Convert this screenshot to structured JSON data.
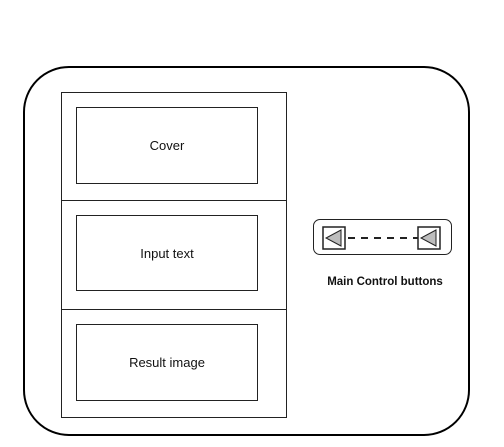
{
  "panels": {
    "cover_label": "Cover",
    "input_text_label": "Input text",
    "result_image_label": "Result image"
  },
  "controls": {
    "caption": "Main Control buttons",
    "left_icon": "play-reverse-icon",
    "right_icon": "play-reverse-icon"
  }
}
